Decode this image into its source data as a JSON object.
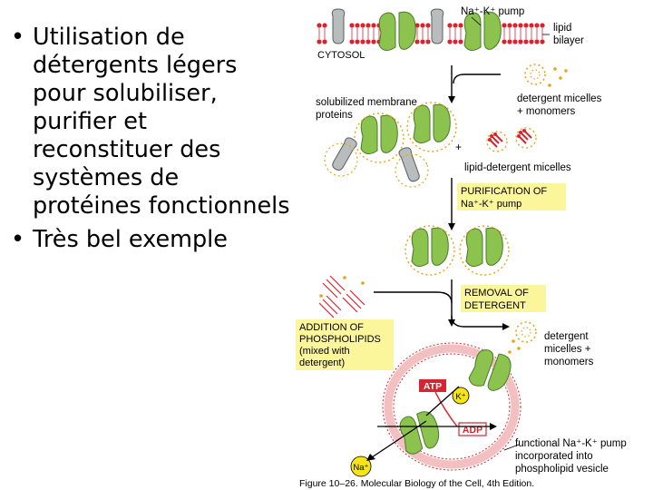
{
  "bullets": [
    {
      "text": "Utilisation de détergents légers pour solubiliser, purifier et reconstituer des systèmes de protéines fonctionnels"
    },
    {
      "text": "Très bel exemple"
    }
  ],
  "bullet_symbol": "•",
  "figure": {
    "pump_label": "Na⁺-K⁺ pump",
    "lipid_bilayer_label": [
      "lipid",
      "bilayer"
    ],
    "cytosol_label": "CYTOSOL",
    "detergent_micelles_label": [
      "detergent micelles",
      "+ monomers"
    ],
    "solubilized_label": [
      "solubilized membrane",
      "proteins"
    ],
    "plus_sign": "+",
    "lipid_detergent_label": "lipid-detergent micelles",
    "purification_box": [
      "PURIFICATION OF",
      "Na⁺-K⁺ pump"
    ],
    "removal_box": [
      "REMOVAL OF",
      "DETERGENT"
    ],
    "addition_box": [
      "ADDITION OF",
      "PHOSPHOLIPIDS",
      "(mixed with",
      "detergent)"
    ],
    "detergent_micelles_label2": [
      "detergent",
      "micelles +",
      "monomers"
    ],
    "atp_label": "ATP",
    "adp_label": "ADP",
    "k_label": "K⁺",
    "na_label": "Na⁺",
    "vesicle_label": [
      "functional Na⁺-K⁺ pump",
      "incorporated into",
      "phospholipid vesicle"
    ],
    "caption": "Figure 10–26. Molecular Biology of the Cell, 4th Edition."
  },
  "colors": {
    "protein_green": "#8cc34e",
    "protein_outline": "#4a7a2a",
    "lipid_red": "#d8242e",
    "grey_protein": "#b8bcbc",
    "label_box": "#fbf59c",
    "atp_box": "#d8242e",
    "ion_yellow": "#f6e41a",
    "detergent_orange": "#e8a317"
  }
}
